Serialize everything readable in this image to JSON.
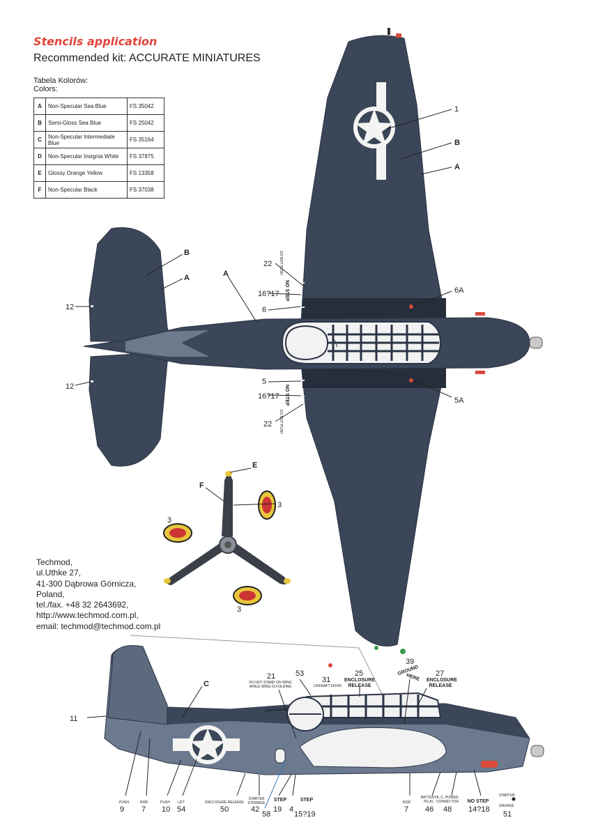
{
  "header": {
    "title": "Stencils application",
    "recommended_kit": "Recommended kit: ACCURATE MINIATURES"
  },
  "color_table": {
    "title_pl": "Tabela Kolorów:",
    "title_en": "Colors:",
    "rows": [
      {
        "code": "A",
        "name": "Non-Specular Sea Blue",
        "fs": "FS 35042",
        "hex": "#3a4557"
      },
      {
        "code": "B",
        "name": "Semi-Gloss Sea Blue",
        "fs": "FS 25042",
        "hex": "#3d4859"
      },
      {
        "code": "C",
        "name": "Non-Specular Intermediate Blue",
        "fs": "FS 35164",
        "hex": "#6b7a8f"
      },
      {
        "code": "D",
        "name": "Non-Specular Insignia White",
        "fs": "FS 37875",
        "hex": "#f4f4f2"
      },
      {
        "code": "E",
        "name": "Glossy Orange Yellow",
        "fs": "FS 13358",
        "hex": "#e8c63c"
      },
      {
        "code": "F",
        "name": "Non-Specular Black",
        "fs": "FS 37038",
        "hex": "#222222"
      }
    ]
  },
  "manufacturer": {
    "lines": [
      "Techmod,",
      "ul.Uthke 27,",
      "41-300 Dąbrowa Górnicza,",
      "Poland,",
      "tel./fax. +48 32 2643692,",
      "http://www.techmod.com.pl,",
      "email: techmod@techmod.com.pl"
    ]
  },
  "top_view": {
    "callouts": {
      "c1": "1",
      "cB_wing": "B",
      "cA_wing": "A",
      "cB_tail": "B",
      "cA_tail": "A",
      "cA_fus": "A",
      "c22_top": "22",
      "c1617_top": "16?17",
      "c6": "6",
      "c6A": "6A",
      "c12_top": "12",
      "c12_bot": "12",
      "c5": "5",
      "c5A": "5A",
      "c1617_bot": "16?17",
      "c22_bot": "22"
    },
    "stencils": {
      "no_step_top": "NO STEP",
      "no_step_bot": "NO STEP",
      "do_not_push_top": "DO NOT PUSH",
      "do_not_push_bot": "DO NOT PUSH"
    }
  },
  "propeller": {
    "callouts": {
      "cE": "E",
      "cF": "F",
      "c3_right": "3",
      "c3_left": "3",
      "c3_bottom": "3"
    }
  },
  "side_view": {
    "callouts": {
      "cC": "C",
      "c11": "11",
      "c21": "21",
      "c53": "53",
      "c31": "31",
      "c25": "25",
      "c39": "39",
      "c27": "27",
      "c9": "9",
      "c7_left": "7",
      "c10": "10",
      "c54": "54",
      "c50": "50",
      "c42": "42",
      "c19": "19",
      "c58": "58",
      "c4": "4",
      "c1519": "15?19",
      "c7_right": "7",
      "c46": "46",
      "c48": "48",
      "c1418": "14?18",
      "c51": "51"
    },
    "stencils": {
      "do_not_stand": "DO NOT STAND ON WING",
      "while_folding": "WHILE WING IS FOLDING",
      "liferaft_door": "LIFERAFT DOOR",
      "enclosure_release_1": "ENCLOSURE",
      "enclosure_release_1b": "RELEASE",
      "ground": "GROUND",
      "here": "HERE",
      "enclosure_release_2": "ENCLOSURE",
      "enclosure_release_2b": "RELEASE",
      "push_9": "PUSH",
      "insp_7": "INSP.",
      "push_10": "PUSH",
      "lift_54": "LIFT",
      "enclosure_release_50": "ENCLOSURE RELEASE",
      "starter_stowage": "STARTER",
      "starter_stowage_b": "STOWAGE",
      "step_19": "STEP",
      "step_1519": "STEP",
      "insp_right": "INSP.",
      "battery_plug": "BATTERY",
      "battery_plug_b": "PLUG",
      "ac_power": "A. C. POWER",
      "ac_power_b": "CONNECTOR",
      "no_step_side": "NO STEP",
      "starter_engage": "STARTER",
      "starter_engage_b": "ENGAGE"
    }
  }
}
